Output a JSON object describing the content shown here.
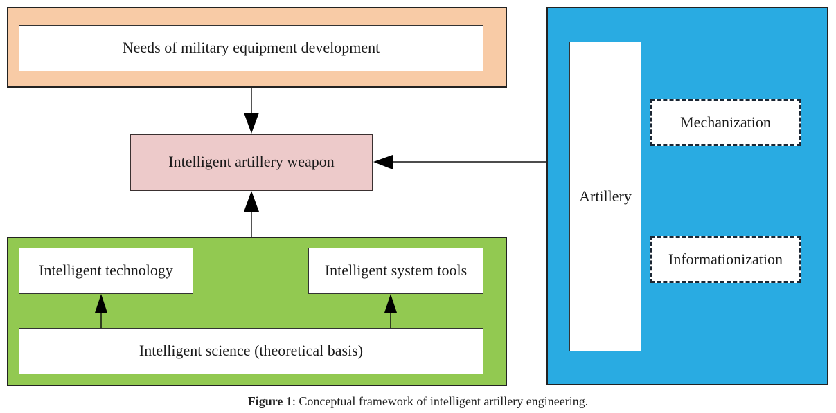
{
  "diagram": {
    "top_group": {
      "color": "#f8cba6",
      "box_label": "Needs of military equipment development"
    },
    "center_box": {
      "label": "Intelligent artillery weapon",
      "color": "#edcaca"
    },
    "bottom_group": {
      "color": "#92c951",
      "technology_label": "Intelligent technology",
      "system_tools_label": "Intelligent system tools",
      "science_label": "Intelligent science (theoretical basis)"
    },
    "right_group": {
      "color": "#29abe2",
      "artillery_label": "Artillery",
      "mechanization_label": "Mechanization",
      "informationization_label": "Informationization"
    },
    "edges": [
      {
        "from": "Needs of military equipment development",
        "to": "Intelligent artillery weapon"
      },
      {
        "from": "Intelligent science (theoretical basis) group",
        "to": "Intelligent artillery weapon"
      },
      {
        "from": "Artillery group",
        "to": "Intelligent artillery weapon"
      },
      {
        "from": "Intelligent science (theoretical basis)",
        "to": "Intelligent technology"
      },
      {
        "from": "Intelligent science (theoretical basis)",
        "to": "Intelligent system tools"
      }
    ]
  },
  "caption": {
    "label": "Figure 1",
    "text": ": Conceptual framework of intelligent artillery engineering."
  }
}
